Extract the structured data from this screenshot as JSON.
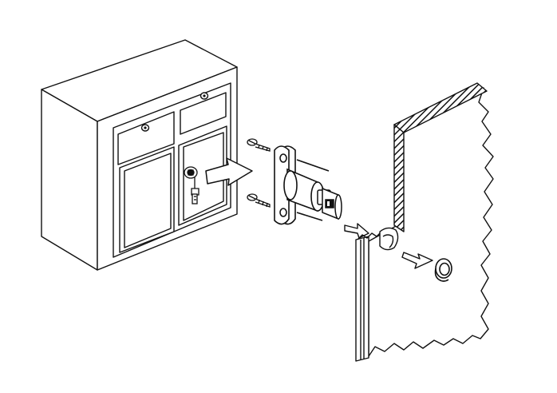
{
  "diagram": {
    "kind": "exploded-assembly-illustration",
    "parts": [
      "cabinet-with-drawers",
      "cylinder-lock-with-key",
      "mounting-screws",
      "lock-flange-plate",
      "cabinet-door-panel-cutaway",
      "escutcheon-ring"
    ],
    "arrows": [
      "lock-extracted-arrow",
      "lock-insertion-arrow",
      "ring-insertion-arrow"
    ],
    "colors": {
      "ink": "#111111",
      "paper": "#ffffff",
      "hatch": "#111111"
    }
  }
}
